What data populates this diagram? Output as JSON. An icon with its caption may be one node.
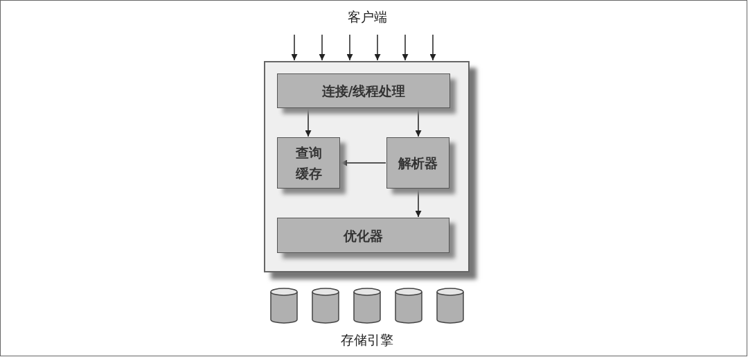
{
  "diagram": {
    "nodes": [
      {
        "text": [],
        "shape": "box"
      },
      {
        "text": [
          "连接/线程处理"
        ],
        "in": 0
      },
      {
        "text": [
          "查询缓存"
        ],
        "in": 0
      },
      {
        "text": [
          "解析器"
        ],
        "in": 0
      },
      {
        "text": [
          "优化器"
        ],
        "in": 0
      },
      {
        "text": [],
        "shape": "cylinder"
      },
      {
        "text": [],
        "shape": "cylinder"
      },
      {
        "text": [],
        "shape": "cylinder"
      },
      {
        "text": [],
        "shape": "cylinder"
      },
      {
        "text": [],
        "shape": "cylinder"
      }
    ],
    "edges": [
      {
        "from": null,
        "to": 0,
        "arrow": "to"
      },
      {
        "from": null,
        "to": 0,
        "arrow": "to"
      },
      {
        "from": null,
        "to": 0,
        "arrow": "to"
      },
      {
        "from": null,
        "to": 0,
        "arrow": "to"
      },
      {
        "from": null,
        "to": 0,
        "arrow": "to"
      },
      {
        "from": null,
        "to": 0,
        "arrow": "to"
      },
      {
        "from": 1,
        "to": 2,
        "arrow": "to"
      },
      {
        "from": 1,
        "to": 3,
        "arrow": "to"
      },
      {
        "from": 3,
        "to": 2,
        "arrow": "to"
      },
      {
        "from": 3,
        "to": 4,
        "arrow": "to"
      }
    ],
    "labels": [
      "客户端",
      "存储引擎"
    ]
  }
}
